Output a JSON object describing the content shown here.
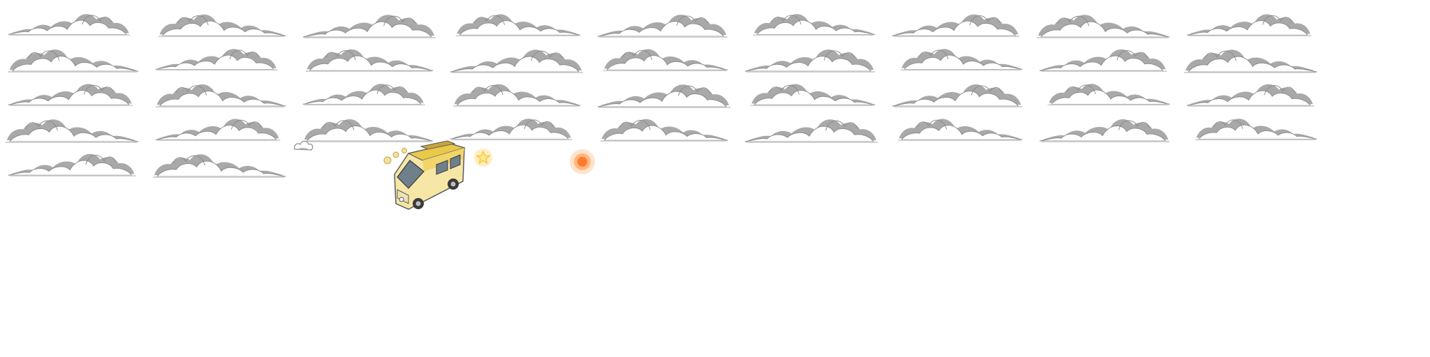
{
  "sprite_sheet": {
    "background": "#ffffff",
    "cloud_frame_count": 38,
    "cloud_colors": {
      "highlight": "#ffffff",
      "shadow": "#a9a9a9",
      "outline": "#8a8a8a"
    },
    "sprites": [
      {
        "name": "small-cloud-puff",
        "icon": "cloud-puff-icon"
      },
      {
        "name": "camper-van",
        "icon": "camper-van-icon",
        "colors": {
          "body": "#f6e7a6",
          "stripe": "#e9c94a",
          "trim": "#caa43b",
          "window": "#6f7f8c",
          "tire": "#3a3a3a"
        }
      },
      {
        "name": "star-sparkle",
        "icon": "star-icon",
        "colors": {
          "core": "#ffe98a",
          "glow": "#ffd24a"
        }
      },
      {
        "name": "orange-glow-orb",
        "icon": "glow-orb-icon",
        "colors": {
          "core": "#ff7a2a",
          "glow": "#ffb070"
        }
      }
    ]
  }
}
